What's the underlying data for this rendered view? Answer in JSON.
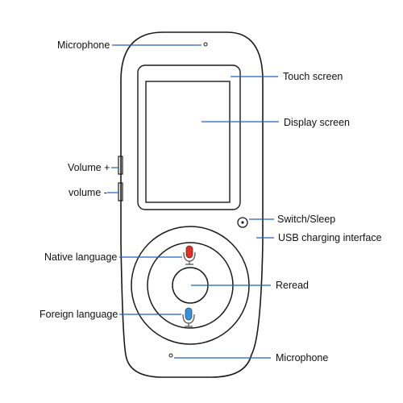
{
  "labels": {
    "microphone_top": "Microphone",
    "touch_screen": "Touch screen",
    "display_screen": "Display screen",
    "volume_plus": "Volume +",
    "volume_minus": "volume -",
    "switch_sleep": "Switch/Sleep",
    "usb_charging": "USB charging interface",
    "native_language": "Native language",
    "reread": "Reread",
    "foreign_language": "Foreign language",
    "microphone_bottom": "Microphone"
  },
  "colors": {
    "outline": "#1a1a1a",
    "leader_line": "#1f5fbf",
    "native_mic": "#d9322b",
    "foreign_mic": "#3d8fd6"
  },
  "icons": {
    "native": "microphone-icon",
    "foreign": "microphone-icon"
  }
}
